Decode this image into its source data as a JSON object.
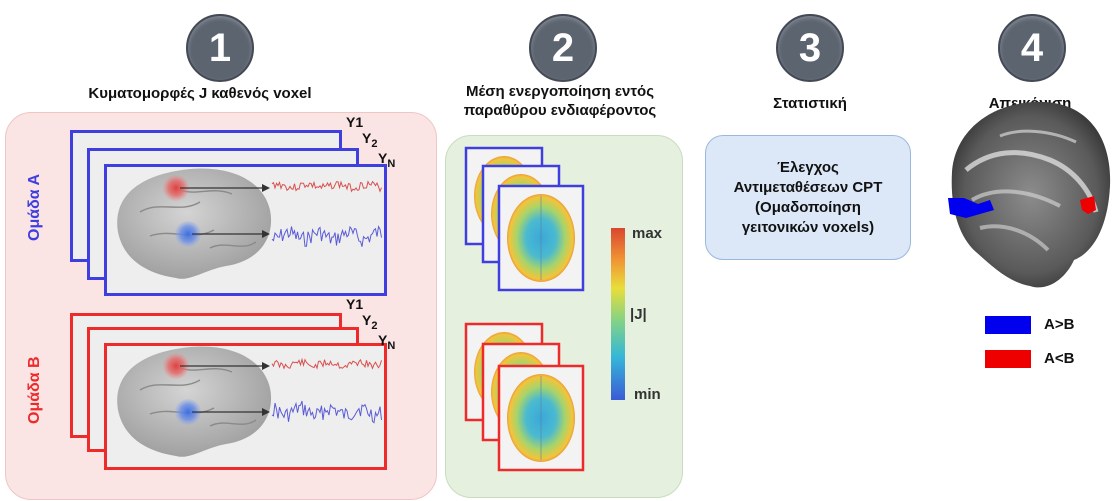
{
  "steps": [
    {
      "number": "1",
      "title": "Κυματομορφές J καθενός voxel"
    },
    {
      "number": "2",
      "title_line1": "Μέση ενεργοποίηση εντός",
      "title_line2": "παραθύρου ενδιαφέροντος"
    },
    {
      "number": "3",
      "title": "Στατιστική"
    },
    {
      "number": "4",
      "title": "Απεικόνιση"
    }
  ],
  "groups": {
    "a": {
      "label": "Ομάδα Α",
      "color": "#3f3fe0"
    },
    "b": {
      "label": "Ομάδα Β",
      "color": "#ee2b2b"
    }
  },
  "series_labels": {
    "y1": "Y1",
    "y2_base": "Y",
    "y2_sub": "2",
    "yn_base": "Y",
    "yn_sub": "N"
  },
  "colorbar": {
    "max": "max",
    "mid": "|J|",
    "min": "min"
  },
  "statistics": {
    "line1": "Έλεγχος",
    "line2": "Αντιμεταθέσεων CPT",
    "line3": "(Ομαδοποίηση",
    "line4": "γειτονικών voxels)"
  },
  "legend": [
    {
      "label": "A>B",
      "color": "#0000ee"
    },
    {
      "label": "A<B",
      "color": "#ee0000"
    }
  ]
}
